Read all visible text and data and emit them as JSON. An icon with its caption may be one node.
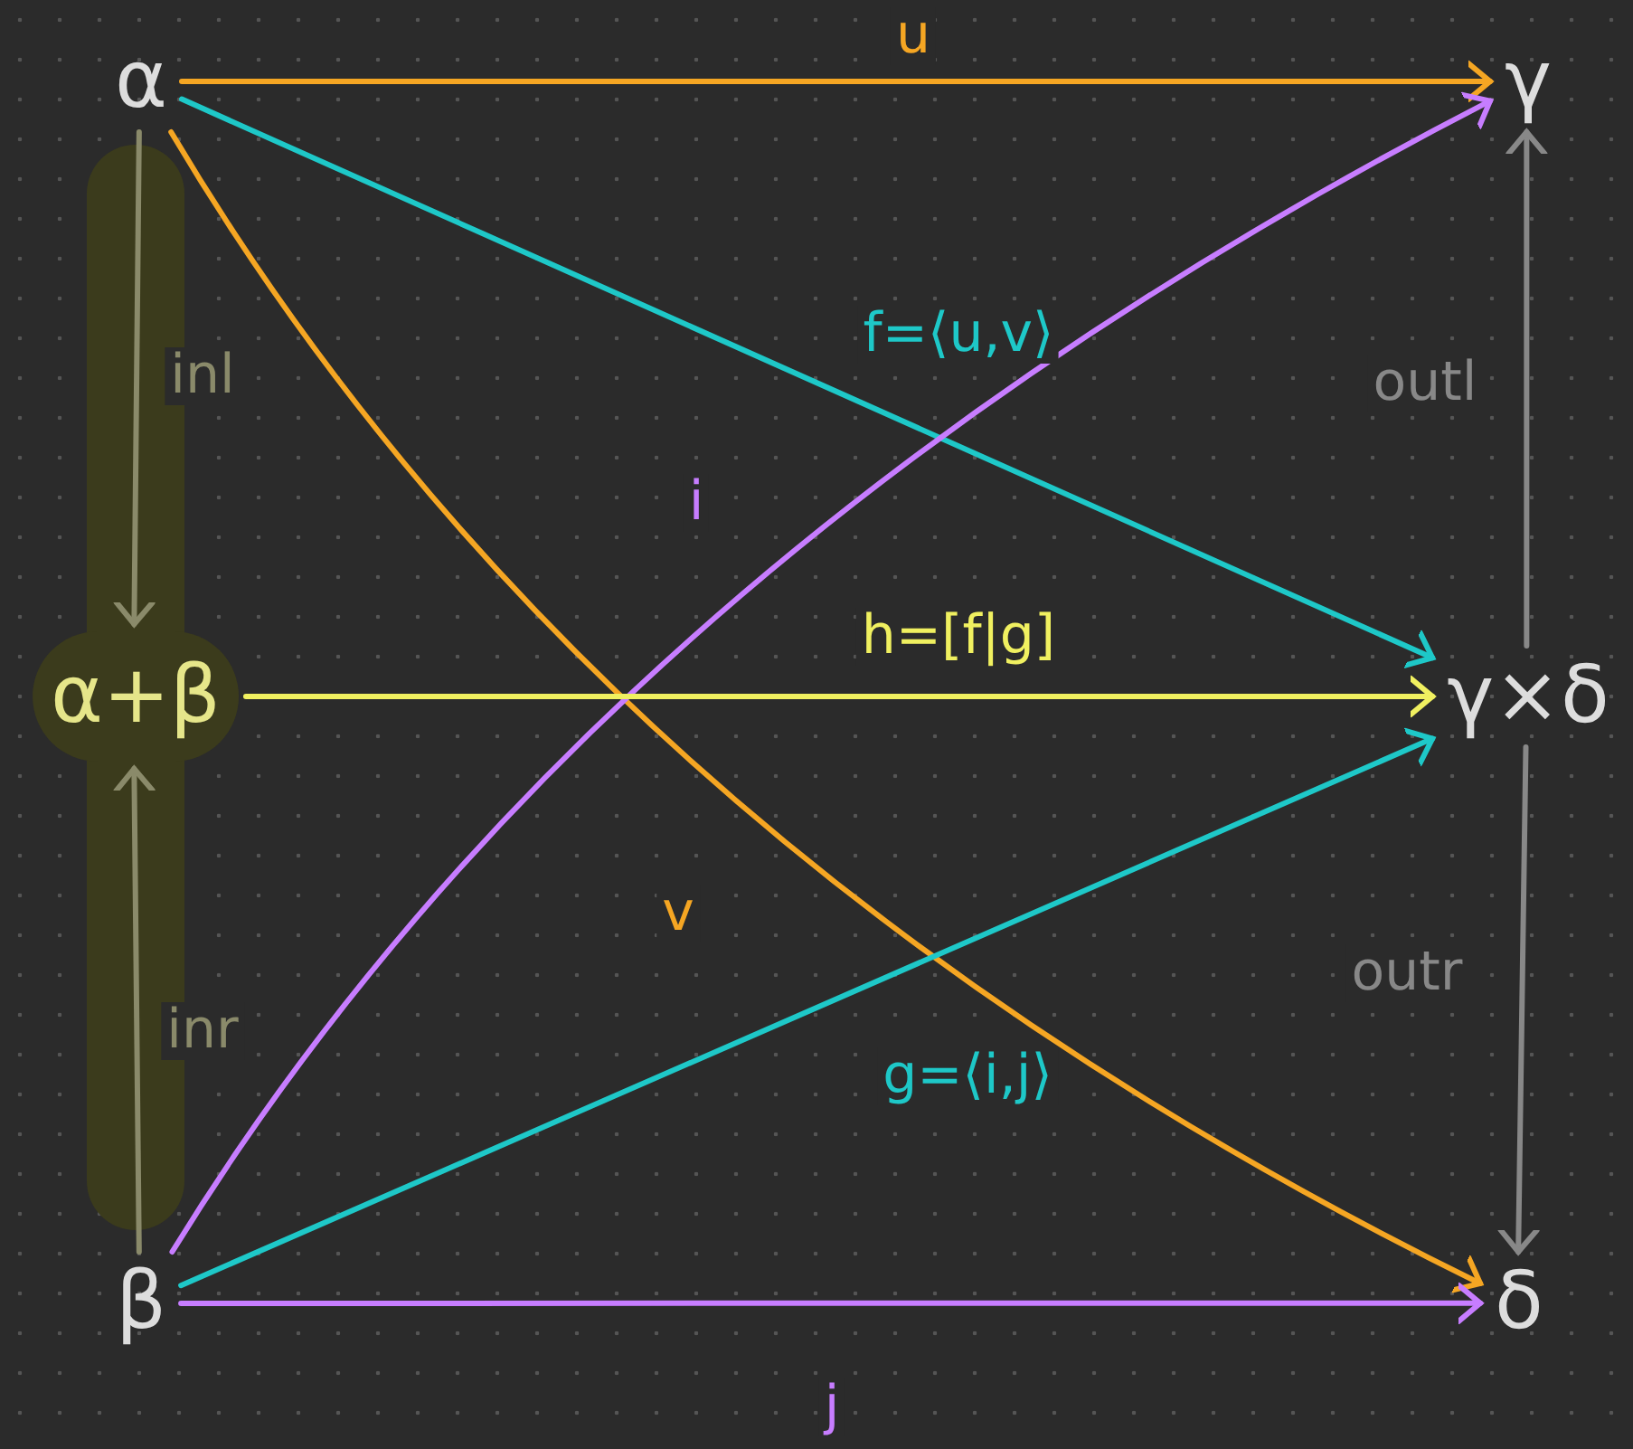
{
  "diagram": {
    "nodes": [
      {
        "text": [
          "α"
        ]
      },
      {
        "text": [
          "γ"
        ]
      },
      {
        "text": [
          "α+β"
        ]
      },
      {
        "text": [
          "γ×δ"
        ]
      },
      {
        "text": [
          "β"
        ]
      },
      {
        "text": [
          "δ"
        ]
      }
    ],
    "edges": [
      {
        "from": 0,
        "to": 1,
        "arrow": "to",
        "label": "u",
        "color": "#f5a623"
      },
      {
        "from": 0,
        "to": 3,
        "arrow": "to",
        "label": "f=⟨u,v⟩",
        "color": "#1ec8c8"
      },
      {
        "from": 0,
        "to": 5,
        "arrow": "to",
        "label": "v",
        "color": "#f5a623"
      },
      {
        "from": 4,
        "to": 1,
        "arrow": "to",
        "label": "i",
        "color": "#c77dff"
      },
      {
        "from": 4,
        "to": 3,
        "arrow": "to",
        "label": "g=⟨i,j⟩",
        "color": "#1ec8c8"
      },
      {
        "from": 4,
        "to": 5,
        "arrow": "to",
        "label": "j",
        "color": "#c77dff"
      },
      {
        "from": 0,
        "to": 2,
        "arrow": "to",
        "label": "inl",
        "color": "#8a8a6a"
      },
      {
        "from": 4,
        "to": 2,
        "arrow": "to",
        "label": "inr",
        "color": "#8a8a6a"
      },
      {
        "from": 3,
        "to": 1,
        "arrow": "to",
        "label": "outl",
        "color": "#888888"
      },
      {
        "from": 3,
        "to": 5,
        "arrow": "to",
        "label": "outr",
        "color": "#888888"
      },
      {
        "from": 2,
        "to": 3,
        "arrow": "to",
        "label": "h=[f|g]",
        "color": "#f0f060"
      }
    ]
  }
}
